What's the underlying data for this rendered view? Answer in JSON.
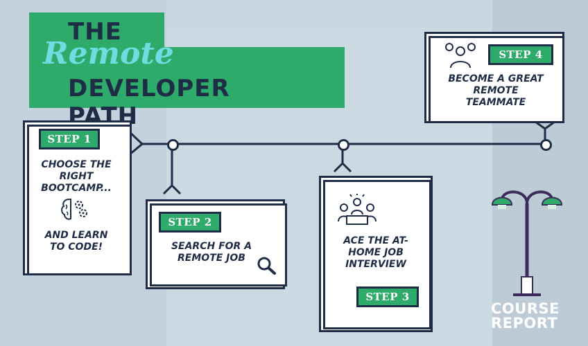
{
  "title": {
    "line1": "THE",
    "line2": "Remote",
    "line3": "DEVELOPER PATH"
  },
  "steps": [
    {
      "badge": "STEP 1",
      "text_top": "CHOOSE THE RIGHT BOOTCAMP...",
      "text_bottom": "AND LEARN TO CODE!",
      "icon": "brain-gears-icon"
    },
    {
      "badge": "STEP 2",
      "text": "SEARCH FOR A REMOTE JOB",
      "icon": "magnifier-icon"
    },
    {
      "badge": "STEP 3",
      "text": "ACE THE AT-HOME JOB INTERVIEW",
      "icon": "interview-panel-icon"
    },
    {
      "badge": "STEP 4",
      "text": "BECOME A GREAT REMOTE TEAMMATE",
      "icon": "team-icon"
    }
  ],
  "logo": {
    "line1": "COURSE",
    "line2": "REPORT"
  },
  "colors": {
    "accent": "#2eaa6b",
    "navy": "#1e2c45",
    "mint": "#6fdde0",
    "background": "#c7d6e0"
  }
}
